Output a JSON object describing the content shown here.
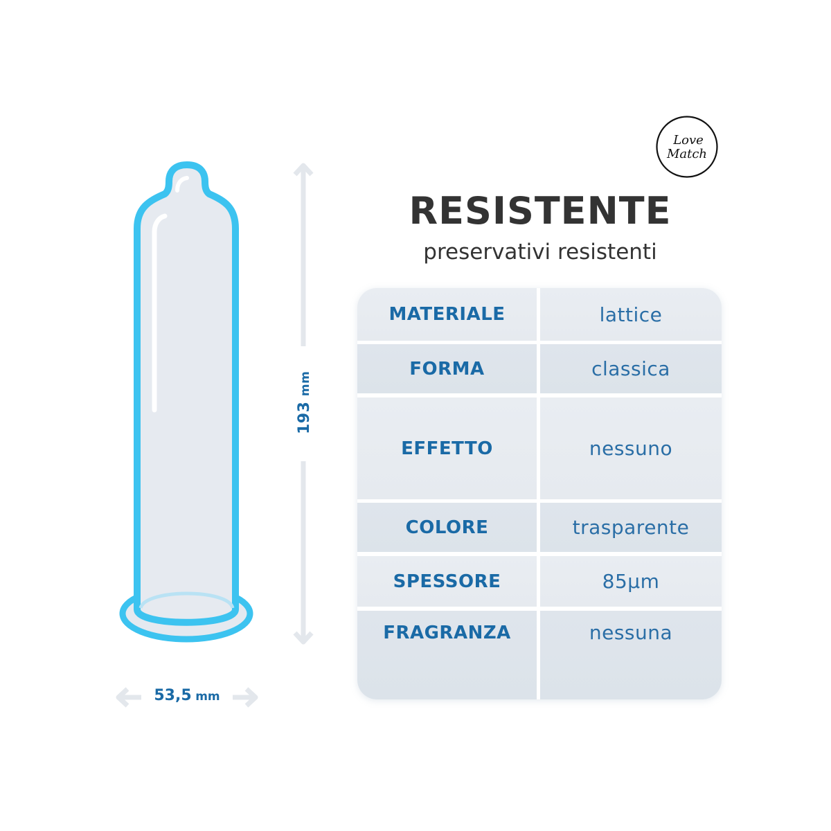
{
  "brand": {
    "logo_text_line1": "Love",
    "logo_text_line2": "Match",
    "logo_icon": "love-match-logo-icon"
  },
  "header": {
    "title": "RESISTENTE",
    "subtitle": "preservativi resistenti"
  },
  "illustration": {
    "icon": "condom-icon",
    "height_number": "193",
    "height_unit": "mm",
    "width_number": "53,5",
    "width_unit": "mm",
    "height_arrow_icon": "vertical-double-arrow-icon",
    "width_arrow_icon": "horizontal-double-arrow-icon"
  },
  "colors": {
    "title": "#333333",
    "label_blue": "#1a6aa6",
    "value_blue": "#2a6ea6",
    "outline_cyan": "#3cc3f0",
    "body_fill": "#e6eaf0",
    "arrow_gray": "#e3e7ec",
    "row_light": "#e8ecf1",
    "row_dark": "#dde3ea",
    "background": "#ffffff"
  },
  "specs": {
    "rows": [
      {
        "label": "MATERIALE",
        "value": "lattice"
      },
      {
        "label": "FORMA",
        "value": "classica"
      },
      {
        "label": "EFFETTO",
        "value": "nessuno"
      },
      {
        "label": "COLORE",
        "value": "trasparente"
      },
      {
        "label": "SPESSORE",
        "value": "85µm"
      },
      {
        "label": "FRAGRANZA",
        "value": "nessuna"
      }
    ]
  }
}
